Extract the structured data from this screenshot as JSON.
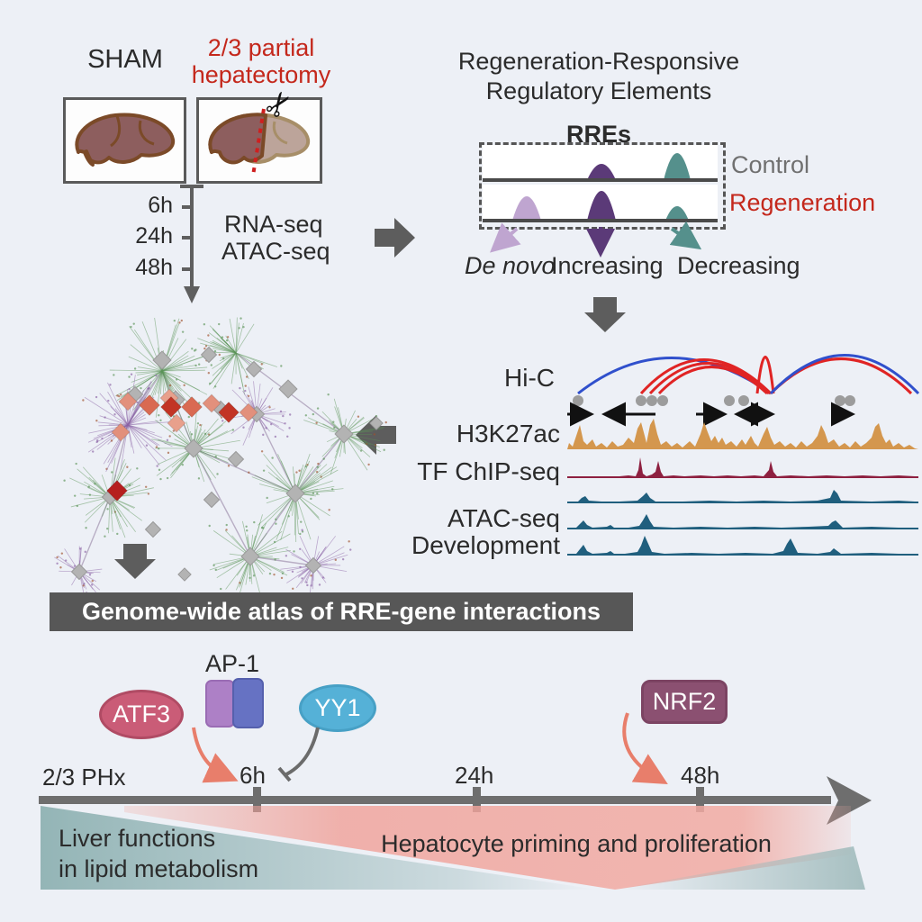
{
  "top_left": {
    "sham_label": "SHAM",
    "phx_label_line1": "2/3 partial",
    "phx_label_line2": "hepatectomy",
    "timepoints": [
      "6h",
      "24h",
      "48h"
    ],
    "assay_line1": "RNA-seq",
    "assay_line2": "ATAC-seq"
  },
  "rre_panel": {
    "title_line1": "Regeneration-Responsive",
    "title_line2": "Regulatory Elements",
    "box_label": "RREs",
    "control_label": "Control",
    "regeneration_label": "Regeneration",
    "categories": [
      "De novo",
      "Increasing",
      "Decreasing"
    ]
  },
  "tracks_panel": {
    "labels": [
      "Hi-C",
      "H3K27ac",
      "TF ChIP-seq",
      "ATAC-seq",
      "Development"
    ]
  },
  "banner": {
    "text": "Genome-wide atlas of RRE-gene interactions"
  },
  "timeline": {
    "atf3": "ATF3",
    "ap1": "AP-1",
    "yy1": "YY1",
    "nrf2": "NRF2",
    "start_label": "2/3 PHx",
    "ticks": [
      "6h",
      "24h",
      "48h"
    ],
    "left_process_line1": "Liver functions",
    "left_process_line2": "in lipid metabolism",
    "right_process": "Hepatocyte priming and proliferation"
  },
  "colors": {
    "accent_red": "#c4281c",
    "arrow_gray": "#5d5d5d",
    "h3k27ac": "#d4974e",
    "tf_chip": "#8e2040",
    "atac_blue": "#205f7e",
    "hic_blue": "#3050cc",
    "hic_red": "#e02424",
    "rre_lavender": "#bfa5d0",
    "rre_purple": "#5b3a78",
    "rre_teal": "#55908c",
    "atf3_fill": "#ca5c77",
    "ap1_left": "#ad80c6",
    "ap1_right": "#6672c3",
    "yy1_fill": "#55b1d7",
    "nrf2_fill": "#8b5071",
    "salmon_arrow": "#e87e6b"
  }
}
